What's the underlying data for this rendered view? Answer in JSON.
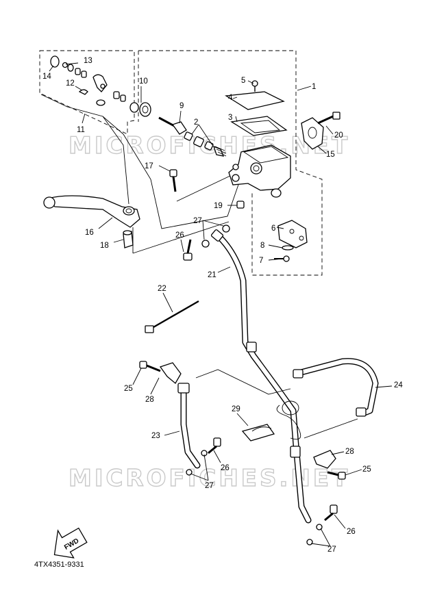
{
  "watermark": "MICROFICHES.NET",
  "drawing_code": "4TX4351-9331",
  "fwd_label": "FWD",
  "callouts": {
    "c1": "1",
    "c2": "2",
    "c3": "3",
    "c4": "4",
    "c5": "5",
    "c6": "6",
    "c7": "7",
    "c8": "8",
    "c9": "9",
    "c10": "10",
    "c11": "11",
    "c12": "12",
    "c13": "13",
    "c14": "14",
    "c15": "15",
    "c16": "16",
    "c17": "17",
    "c18": "18",
    "c19": "19",
    "c20": "20",
    "c21": "21",
    "c22": "22",
    "c23": "23",
    "c24": "24",
    "c25a": "25",
    "c25b": "25",
    "c26a": "26",
    "c26b": "26",
    "c26c": "26",
    "c27a": "27",
    "c27b": "27",
    "c27c": "27",
    "c28a": "28",
    "c28b": "28",
    "c29": "29"
  }
}
